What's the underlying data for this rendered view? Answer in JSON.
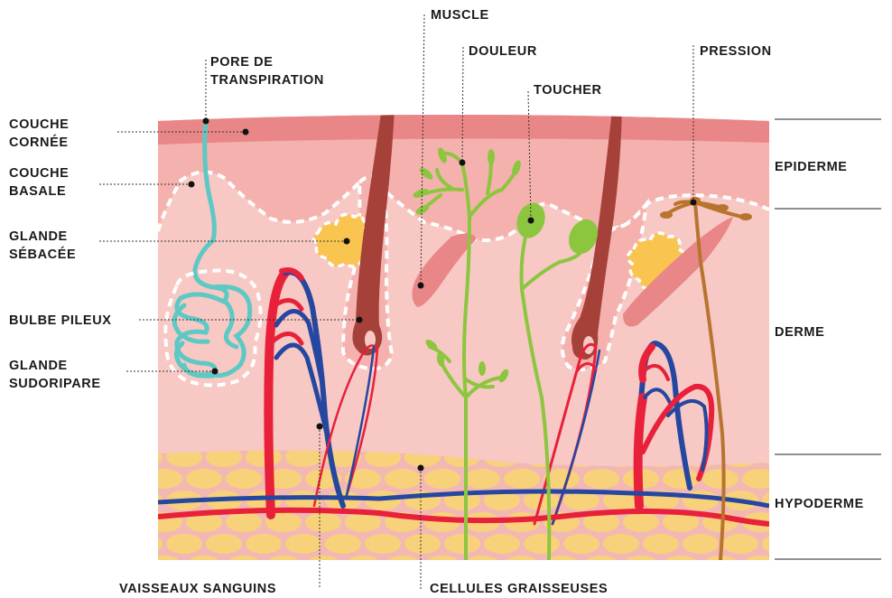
{
  "labels": {
    "pore": [
      "PORE DE",
      "TRANSPIRATION"
    ],
    "couche_cornee": [
      "COUCHE",
      "CORNÉE"
    ],
    "couche_basale": [
      "COUCHE",
      "BASALE"
    ],
    "glande_sebacee": [
      "GLANDE",
      "SÉBACÉE"
    ],
    "bulbe_pileux": "BULBE PILEUX",
    "glande_sudoripare": [
      "GLANDE",
      "SUDORIPARE"
    ],
    "muscle": "MUSCLE",
    "douleur": "DOULEUR",
    "toucher": "TOUCHER",
    "pression": "PRESSION",
    "epiderme": "EPIDERME",
    "derme": "DERME",
    "hypoderme": "HYPODERME",
    "vaisseaux": "VAISSEAUX SANGUINS",
    "cellules": "CELLULES GRAISSEUSES"
  },
  "colors": {
    "cornee": "#e98788",
    "epiderme": "#f5b1ae",
    "derme": "#f7c8c4",
    "fat": "#f8d27a",
    "hair": "#a6413a",
    "artery": "#e8203a",
    "vein": "#2547a0",
    "sweat": "#5ec8c4",
    "nerve": "#8cc63f",
    "pressure": "#b8742f",
    "gland": "#f9c44f"
  }
}
